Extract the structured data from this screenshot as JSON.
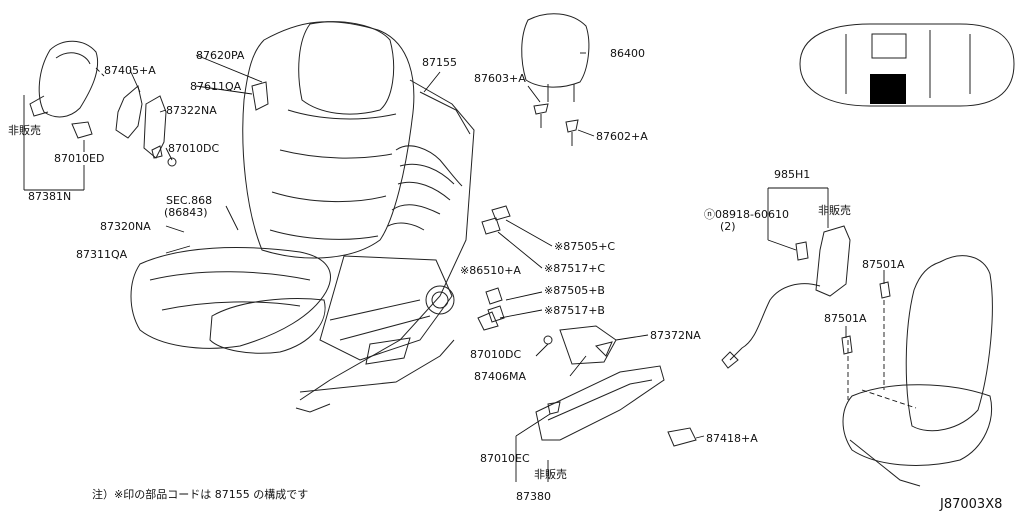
{
  "diagram_id": "J87003X8",
  "footnote": "注）※印の部品コードは 87155 の構成です",
  "callouts": {
    "c87405A": "87405+A",
    "not_for_sale_1": "非販売",
    "c87010ED": "87010ED",
    "c87381N": "87381N",
    "c87620PA": "87620PA",
    "c87611QA": "87611QA",
    "c87322NA": "87322NA",
    "c87010DC_top": "87010DC",
    "c87155": "87155",
    "c86400": "86400",
    "c87603A": "87603+A",
    "c87602A": "87602+A",
    "sec_868": "SEC.868",
    "sec_868_ref": "(86843)",
    "c87320NA": "87320NA",
    "c87311QA": "87311QA",
    "c87505C": "※87505+C",
    "c87517C": "※87517+C",
    "c86510A": "※86510+A",
    "c87505B": "※87505+B",
    "c87517B": "※87517+B",
    "c87372NA": "87372NA",
    "c87010DC_bot": "87010DC",
    "c87406MA": "87406MA",
    "c87010EC": "87010EC",
    "not_for_sale_2": "非販売",
    "c87380": "87380",
    "c87418A": "87418+A",
    "c985H1": "985H1",
    "c08918": "ⓝ08918-60610",
    "c08918_qty": "(2)",
    "not_for_sale_3": "非販売",
    "c87501A_top": "87501A",
    "c87501A_mid": "87501A"
  },
  "colors": {
    "line": "#222222",
    "marker_fill": "#000000",
    "background": "#ffffff"
  }
}
